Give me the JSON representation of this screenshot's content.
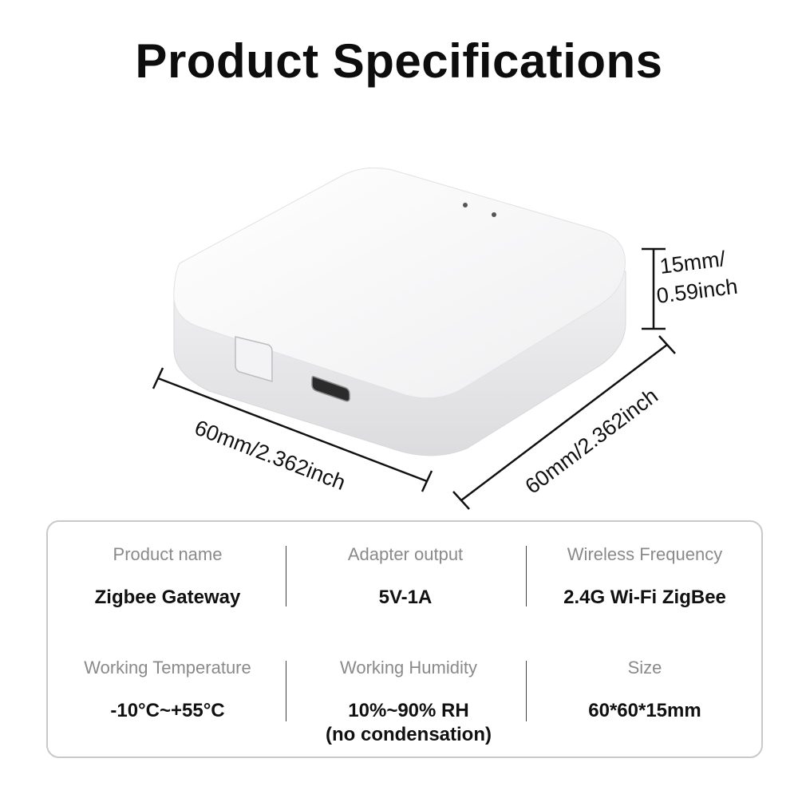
{
  "header": {
    "title": "Product Specifications"
  },
  "dimensions": {
    "height": [
      "15mm/",
      "0.59inch"
    ],
    "width_front": "60mm/2.362inch",
    "width_side": "60mm/2.362inch"
  },
  "specs": [
    {
      "label": "Product name",
      "value": "Zigbee Gateway"
    },
    {
      "label": "Adapter output",
      "value": "5V-1A"
    },
    {
      "label": "Wireless Frequency",
      "value": "2.4G Wi-Fi ZigBee"
    },
    {
      "label": "Working Temperature",
      "value": "-10°C~+55°C"
    },
    {
      "label": "Working Humidity",
      "value": "10%~90% RH",
      "value2": "(no condensation)"
    },
    {
      "label": "Size",
      "value": "60*60*15mm"
    }
  ],
  "colors": {
    "device_top": "#f7f7f8",
    "device_side": "#e9e9eb",
    "panel_border": "#c9c9c9"
  }
}
